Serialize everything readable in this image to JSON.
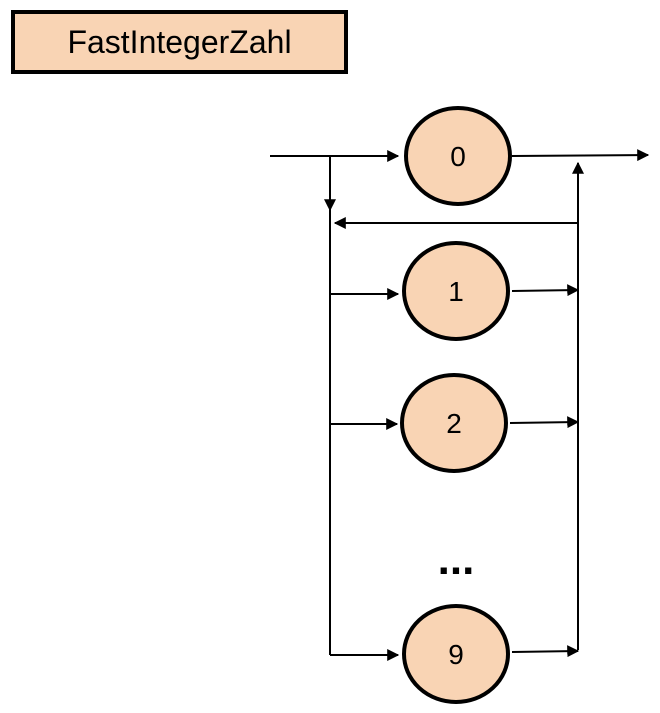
{
  "title": "FastIntegerZahl",
  "nodes": [
    {
      "label": "0"
    },
    {
      "label": "1"
    },
    {
      "label": "2"
    },
    {
      "label": "9"
    }
  ],
  "ellipsis": "...",
  "colors": {
    "node_fill": "#f9d4b4",
    "title_fill": "#f9d4b4",
    "stroke": "#000000"
  }
}
